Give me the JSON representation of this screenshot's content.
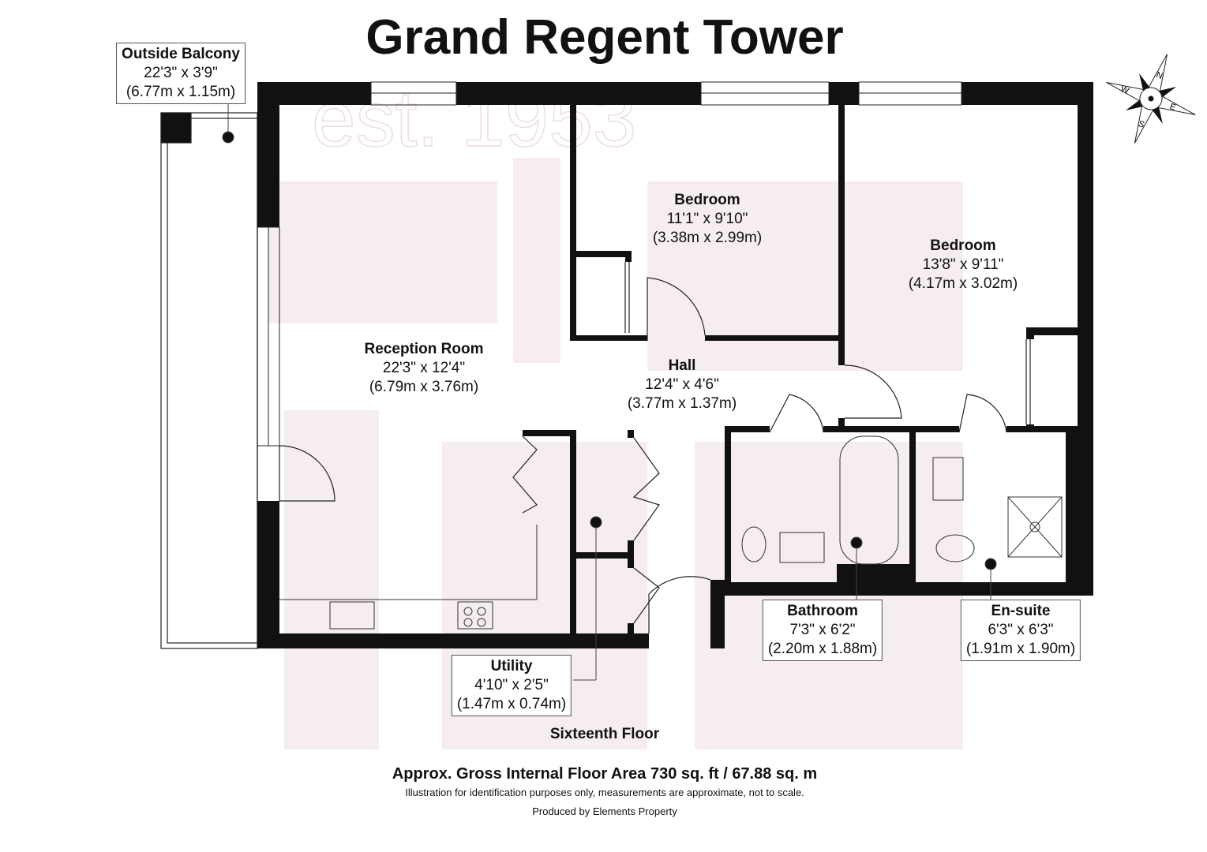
{
  "title": "Grand Regent Tower",
  "watermark": "est. 1953",
  "compass": {
    "n": "N",
    "e": "E",
    "s": "S",
    "w": "W"
  },
  "rooms": {
    "balcony": {
      "name": "Outside Balcony",
      "imperial": "22'3\" x 3'9\"",
      "metric": "(6.77m x 1.15m)"
    },
    "bedroom1": {
      "name": "Bedroom",
      "imperial": "11'1\" x 9'10\"",
      "metric": "(3.38m x 2.99m)"
    },
    "bedroom2": {
      "name": "Bedroom",
      "imperial": "13'8\" x 9'11\"",
      "metric": "(4.17m x 3.02m)"
    },
    "reception": {
      "name": "Reception Room",
      "imperial": "22'3\" x 12'4\"",
      "metric": "(6.79m x 3.76m)"
    },
    "hall": {
      "name": "Hall",
      "imperial": "12'4\" x 4'6\"",
      "metric": "(3.77m x 1.37m)"
    },
    "bathroom": {
      "name": "Bathroom",
      "imperial": "7'3\" x 6'2\"",
      "metric": "(2.20m x 1.88m)"
    },
    "ensuite": {
      "name": "En-suite",
      "imperial": "6'3\" x 6'3\"",
      "metric": "(1.91m x 1.90m)"
    },
    "utility": {
      "name": "Utility",
      "imperial": "4'10\" x 2'5\"",
      "metric": "(1.47m x 0.74m)"
    }
  },
  "floor_label": "Sixteenth Floor",
  "footer": {
    "area": "Approx. Gross Internal Floor Area 730 sq. ft / 67.88 sq. m",
    "disclaimer": "Illustration for identification purposes only, measurements are approximate, not to scale.",
    "credit": "Produced by Elements Property"
  },
  "colors": {
    "wall": "#111111",
    "watermark": "#f3e9ec"
  }
}
